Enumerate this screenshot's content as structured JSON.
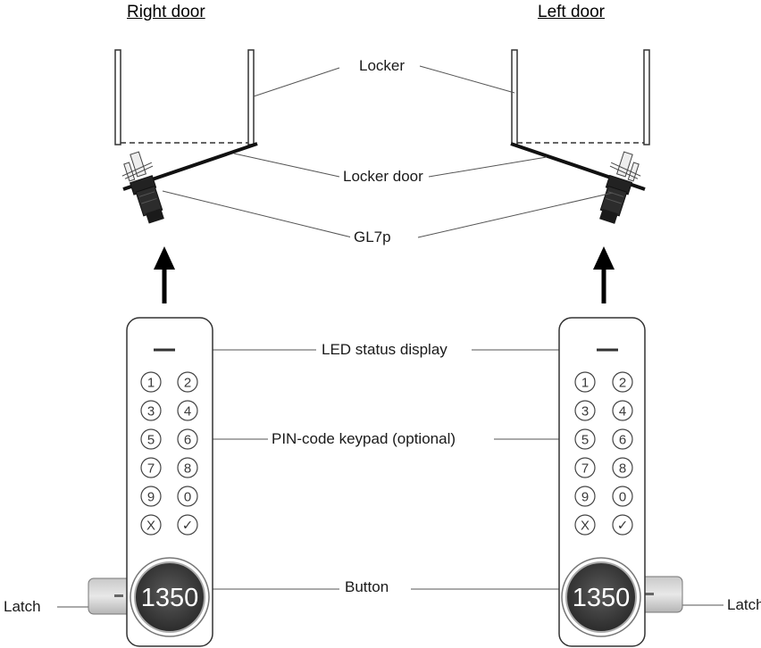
{
  "headings": {
    "right_door": "Right door",
    "left_door": "Left door"
  },
  "labels": {
    "locker": "Locker",
    "locker_door": "Locker door",
    "gl7p": "GL7p",
    "led": "LED status display",
    "keypad": "PIN-code keypad (optional)",
    "button": "Button",
    "latch_left": "Latch",
    "latch_right": "Latch"
  },
  "keypad": [
    "1",
    "2",
    "3",
    "4",
    "5",
    "6",
    "7",
    "8",
    "9",
    "0",
    "X",
    "✓"
  ],
  "dial_text": "1350"
}
